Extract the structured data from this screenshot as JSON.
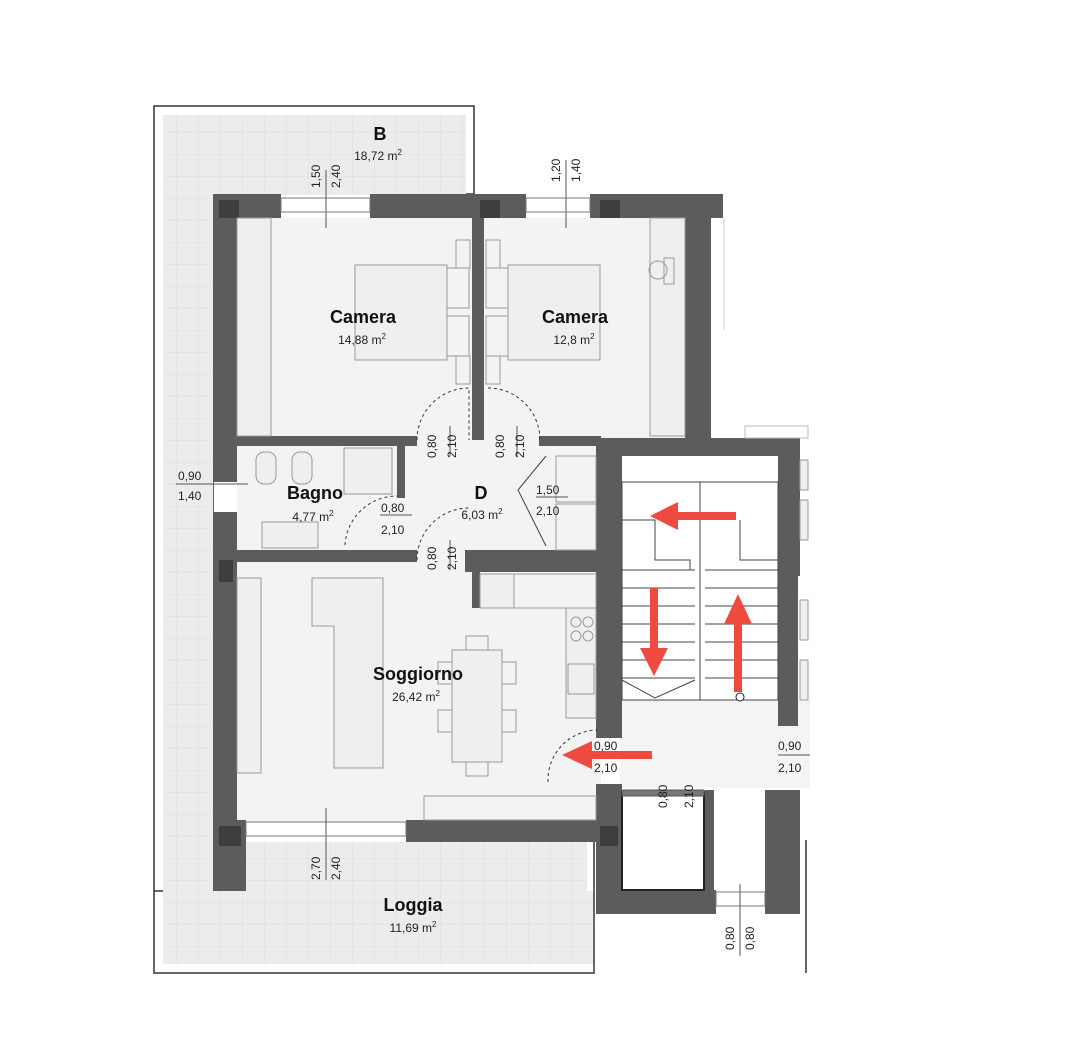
{
  "rooms": {
    "terrace_b": {
      "name": "B",
      "area": "18,72 m",
      "unit_exp": "2"
    },
    "camera_1": {
      "name": "Camera",
      "area": "14,88 m",
      "unit_exp": "2"
    },
    "camera_2": {
      "name": "Camera",
      "area": "12,8 m",
      "unit_exp": "2"
    },
    "bagno": {
      "name": "Bagno",
      "area": "4,77 m",
      "unit_exp": "2"
    },
    "disimpegno": {
      "name": "D",
      "area": "6,03 m",
      "unit_exp": "2"
    },
    "soggiorno": {
      "name": "Soggiorno",
      "area": "26,42 m",
      "unit_exp": "2"
    },
    "loggia": {
      "name": "Loggia",
      "area": "11,69 m",
      "unit_exp": "2"
    }
  },
  "openings": {
    "win_camera1_top": "1,50",
    "win_camera1_bottom": "2,40",
    "win_camera2_top": "1,20",
    "win_camera2_bottom": "1,40",
    "win_bagno_top": "0,90",
    "win_bagno_bottom": "1,40",
    "door_camera1_a": "0,80",
    "door_camera1_b": "2,10",
    "door_camera2_a": "0,80",
    "door_camera2_b": "2,10",
    "door_bagno_a": "0,80",
    "door_bagno_b": "2,10",
    "closet_a": "1,50",
    "closet_b": "2,10",
    "door_soggiorno_a": "0,80",
    "door_soggiorno_b": "2,10",
    "entry_a": "0,90",
    "entry_b": "2,10",
    "entry_right_a": "0,90",
    "entry_right_b": "2,10",
    "lift_a": "0,80",
    "lift_b": "2,10",
    "win_loggia_top": "2,70",
    "win_loggia_bottom": "2,40",
    "stair_exit_a": "0,80",
    "stair_exit_b": "0,80"
  },
  "colors": {
    "arrow": "#ef4a3f",
    "wall": "#5c5c5c",
    "tile": "#ececec"
  }
}
